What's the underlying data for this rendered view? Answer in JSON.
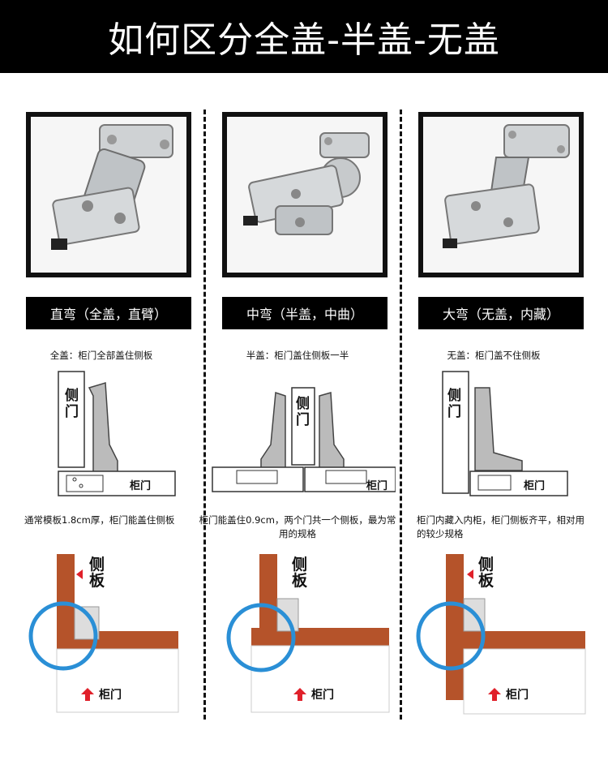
{
  "title": "如何区分全盖-半盖-无盖",
  "columns": [
    {
      "label": "直弯（全盖，直臂）",
      "caption": "全盖：柜门全部盖住侧板",
      "side_label": "侧门",
      "door_label": "柜门",
      "desc": "通常模板1.8cm厚，柜门能盖住侧板",
      "board_label": "侧板",
      "arrow_label": "柜门"
    },
    {
      "label": "中弯（半盖，中曲）",
      "caption": "半盖：柜门盖住侧板一半",
      "side_label": "侧门",
      "door_label": "柜门",
      "desc": "柜门能盖住0.9cm，两个门共一个侧板，最为常用的规格",
      "board_label": "侧板",
      "arrow_label": "柜门"
    },
    {
      "label": "大弯（无盖，内藏）",
      "caption": "无盖：柜门盖不住侧板",
      "side_label": "侧门",
      "door_label": "柜门",
      "desc": "柜门内藏入内柜，柜门侧板齐平，相对用的较少规格",
      "board_label": "侧板",
      "arrow_label": "柜门"
    }
  ],
  "colors": {
    "banner": "#000000",
    "wood": "#b5532a",
    "circle": "#2a8fd6",
    "arrow": "#e0202a"
  }
}
